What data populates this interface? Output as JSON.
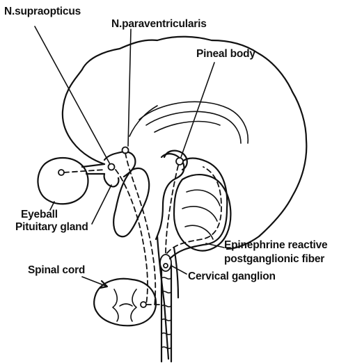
{
  "labels": {
    "n_supraopticus": "N.supraopticus",
    "n_paraventricularis": "N.paraventricularis",
    "pineal_body": "Pineal body",
    "eyeball": "Eyeball",
    "pituitary_gland": "Pituitary gland",
    "epinephrine_line1": "Epinephrine reactive",
    "epinephrine_line2": "postganglionic fiber",
    "spinal_cord": "Spinal cord",
    "cervical_ganglion": "Cervical ganglion"
  },
  "colors": {
    "ink": "#111111",
    "background": "#ffffff"
  }
}
